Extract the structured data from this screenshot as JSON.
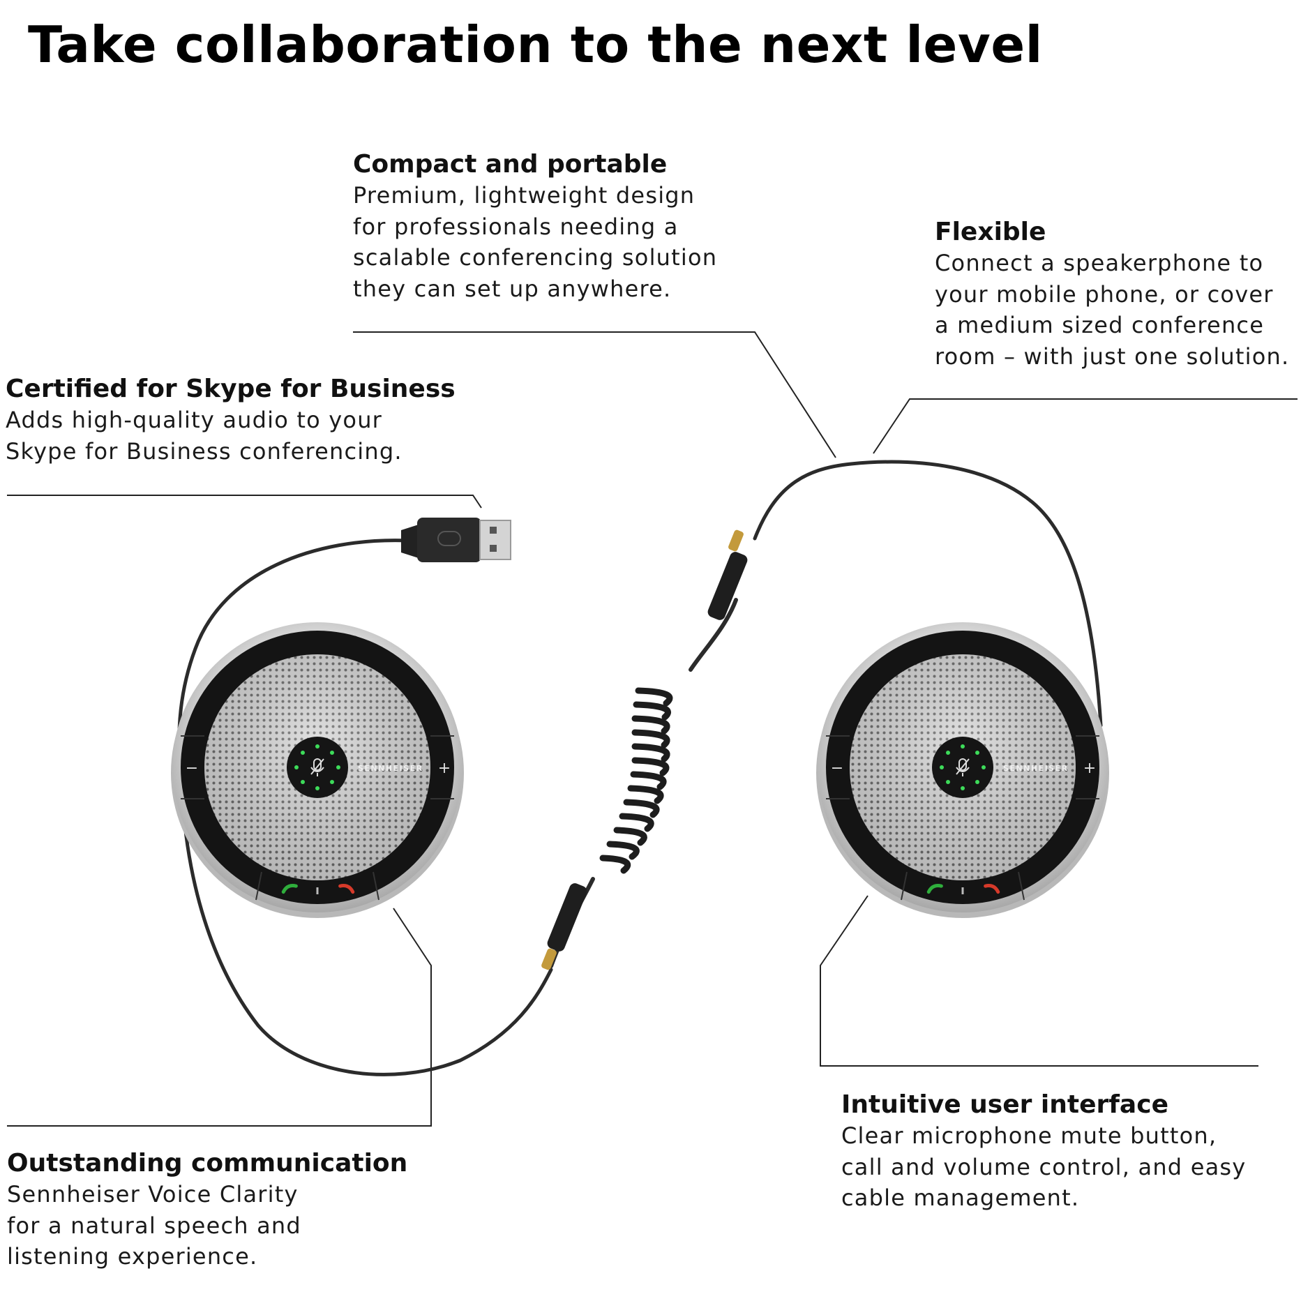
{
  "title": "Take collaboration to the next level",
  "features": {
    "compact": {
      "heading": "Compact and portable",
      "lines": [
        "Premium, lightweight design",
        "for professionals needing a",
        "scalable conferencing solution",
        "they can set up anywhere."
      ]
    },
    "flexible": {
      "heading": "Flexible",
      "lines": [
        "Connect a speakerphone to",
        "your mobile phone, or cover",
        "a medium sized conference",
        "room – with just one solution."
      ]
    },
    "skype": {
      "heading": "Certified for Skype for Business",
      "lines": [
        "Adds high-quality audio to your",
        "Skype for Business conferencing."
      ]
    },
    "communication": {
      "heading": "Outstanding communication",
      "lines": [
        "Sennheiser Voice Clarity",
        "for a natural speech and",
        "listening experience."
      ]
    },
    "interface": {
      "heading": "Intuitive user interface",
      "lines": [
        "Clear microphone mute button,",
        "call and volume control, and easy",
        "cable management."
      ]
    }
  },
  "speakerphone": {
    "brand": "SENNHEISER",
    "volume_down_symbol": "−",
    "volume_up_symbol": "+",
    "icons": [
      "microphone-mute-icon",
      "answer-call-icon",
      "end-call-icon"
    ]
  },
  "colors": {
    "text": "#111111",
    "callout_line": "#222222",
    "cable": "#2b2b2b",
    "led_green": "#3ddc5a",
    "answer_green": "#2fae3c",
    "end_red": "#d63a2a",
    "ring_black": "#141414",
    "metal": "#c9c9c9"
  }
}
